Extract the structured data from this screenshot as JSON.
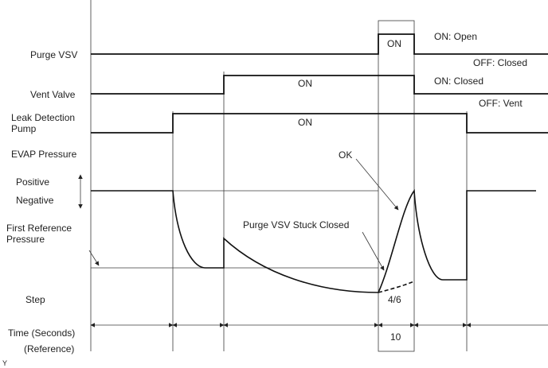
{
  "labels": {
    "purge_vsv": "Purge VSV",
    "vent_valve": "Vent Valve",
    "leak_pump_line1": "Leak Detection",
    "leak_pump_line2": "Pump",
    "evap_pressure": "EVAP Pressure",
    "positive": "Positive",
    "negative": "Negative",
    "first_ref_line1": "First Reference",
    "first_ref_line2": "Pressure",
    "step": "Step",
    "time_line1": "Time (Seconds)",
    "time_line2": "(Reference)",
    "corner_mark": "Y"
  },
  "signals": {
    "purge_on": "ON",
    "vent_on": "ON",
    "pump_on": "ON"
  },
  "legend": {
    "purge_on_state": "ON: Open",
    "purge_off_state": "OFF: Closed",
    "vent_on_state": "ON: Closed",
    "vent_off_state": "OFF: Vent"
  },
  "annotations": {
    "ok": "OK",
    "stuck_closed": "Purge VSV Stuck Closed",
    "step_value": "4/6",
    "duration": "10"
  }
}
